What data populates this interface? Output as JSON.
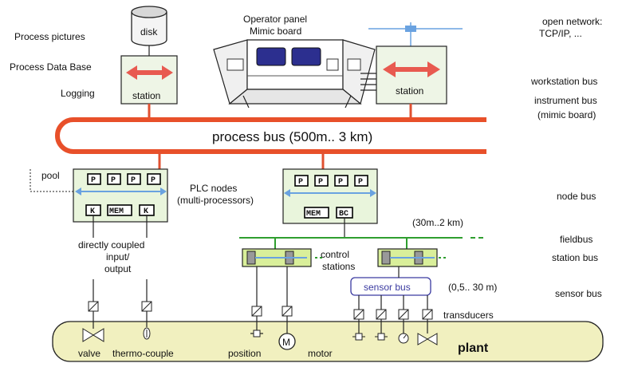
{
  "labels": {
    "process_pictures": "Process pictures",
    "process_db": "Process Data Base",
    "logging": "Logging",
    "disk": "disk",
    "station_left": "station",
    "station_right": "station",
    "operator_panel": "Operator panel",
    "mimic_board": "Mimic board",
    "open_network": "open network:",
    "tcpip": "TCP/IP, ...",
    "workstation_bus": "workstation bus",
    "instrument_bus": "instrument bus",
    "mimic_board_paren": "(mimic board)",
    "process_bus": "process bus (500m.. 3 km)",
    "pool": "pool",
    "plc_nodes": "PLC nodes",
    "multi_processors": "(multi-processors)",
    "node_bus": "node bus",
    "range_30m_2km": "(30m..2 km)",
    "fieldbus": "fieldbus",
    "station_bus": "station bus",
    "directly_coupled": "directly coupled",
    "input": "input/",
    "output": "output",
    "control": "control",
    "stations": "stations",
    "sensor_bus_box": "sensor bus",
    "range_05_30m": "(0,5.. 30 m)",
    "sensor_bus": "sensor bus",
    "transducers": "transducers",
    "valve": "valve",
    "thermocouple": "thermo-couple",
    "position": "position",
    "motor": "motor",
    "motor_symbol": "M",
    "plant": "plant"
  },
  "chips": {
    "p": "P",
    "mem": "MEM",
    "k": "K",
    "bc": "BC"
  },
  "colors": {
    "bus_red": "#e8502a",
    "bus_green": "#2f9e2f",
    "plant_fill": "#f1f0bf",
    "plc_fill": "#e9f5dc",
    "arrow_red": "#e85a50",
    "arrow_blue": "#6aa2e0",
    "screen_blue": "#2c2f8f"
  },
  "icons": [
    "disk-icon",
    "double-arrow-icon",
    "valve-icon",
    "thermocouple-icon",
    "motor-icon",
    "transducer-icon"
  ]
}
